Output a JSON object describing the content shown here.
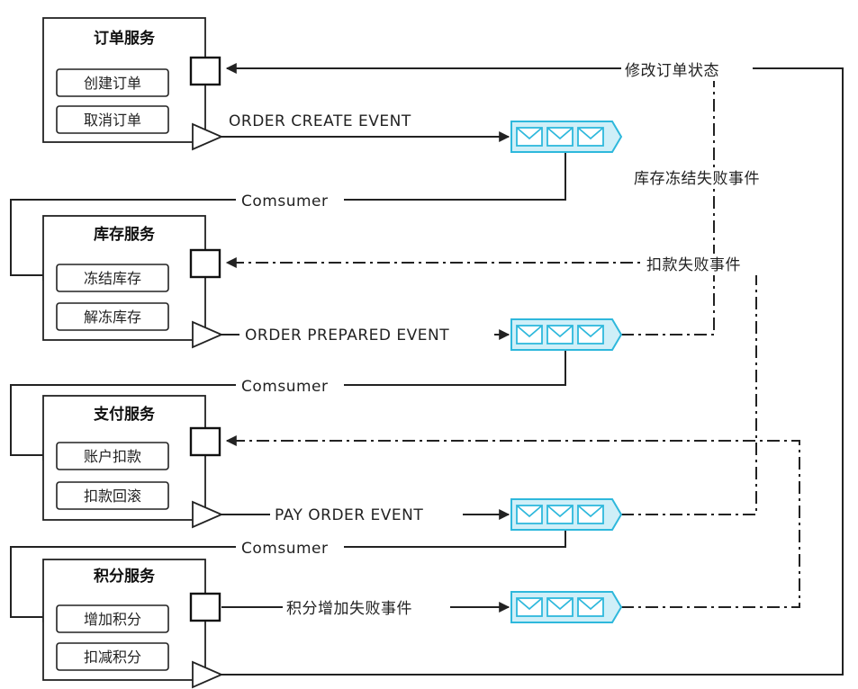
{
  "services": [
    {
      "title": "订单服务",
      "actions": [
        "创建订单",
        "取消订单"
      ]
    },
    {
      "title": "库存服务",
      "actions": [
        "冻结库存",
        "解冻库存"
      ]
    },
    {
      "title": "支付服务",
      "actions": [
        "账户扣款",
        "扣款回滚"
      ]
    },
    {
      "title": "积分服务",
      "actions": [
        "增加积分",
        "扣减积分"
      ]
    }
  ],
  "events": {
    "order_create": "ORDER CREATE EVENT",
    "order_prepared": "ORDER PREPARED EVENT",
    "pay_order": "PAY ORDER EVENT",
    "points_add_failed": "积分增加失败事件"
  },
  "consumer_labels": [
    "Comsumer",
    "Comsumer",
    "Comsumer"
  ],
  "compensation": {
    "modify_order_status": "修改订单状态",
    "inventory_freeze_failed": "库存冻结失败事件",
    "deduct_failed": "扣款失败事件"
  },
  "colors": {
    "queue_stroke": "#2eb8dc",
    "queue_fill": "#cfeff8",
    "line": "#222222"
  }
}
